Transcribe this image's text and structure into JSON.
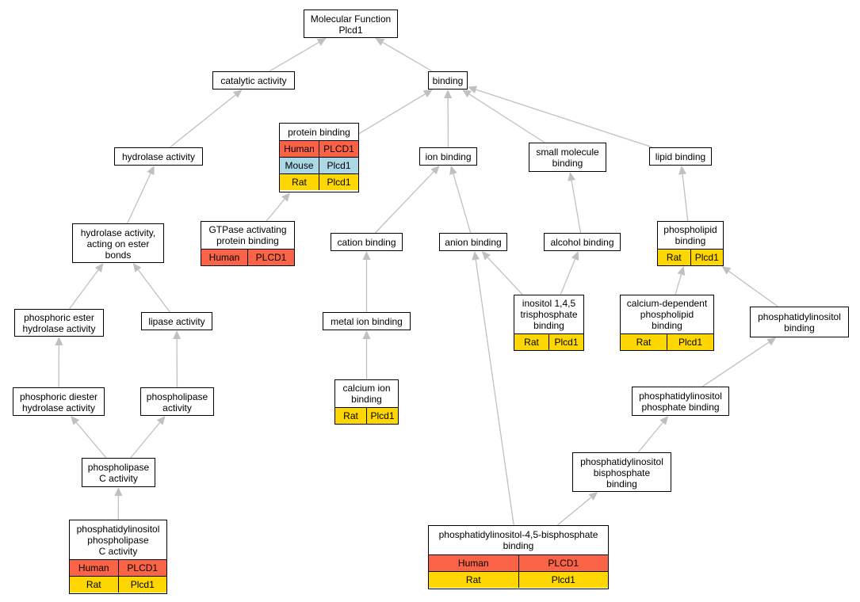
{
  "colors": {
    "edge": "#c0c0c0",
    "Human": "#fb6347",
    "Mouse": "#acd8e6",
    "Rat": "#fed700"
  },
  "nodes": {
    "mf": {
      "label": "Molecular Function\nPlcd1",
      "rows": []
    },
    "cat": {
      "label": "catalytic activity",
      "rows": []
    },
    "bind": {
      "label": "binding",
      "rows": []
    },
    "prot": {
      "label": "protein binding",
      "rows": [
        {
          "species": "Human",
          "gene": "PLCD1"
        },
        {
          "species": "Mouse",
          "gene": "Plcd1"
        },
        {
          "species": "Rat",
          "gene": "Plcd1"
        }
      ]
    },
    "hyd": {
      "label": "hydrolase activity",
      "rows": []
    },
    "ion": {
      "label": "ion binding",
      "rows": []
    },
    "small": {
      "label": "small molecule\nbinding",
      "rows": []
    },
    "lipid": {
      "label": "lipid binding",
      "rows": []
    },
    "gtp": {
      "label": "GTPase activating\nprotein binding",
      "rows": [
        {
          "species": "Human",
          "gene": "PLCD1"
        }
      ]
    },
    "hydest": {
      "label": "hydrolase activity,\nacting on ester\nbonds",
      "rows": []
    },
    "cation": {
      "label": "cation binding",
      "rows": []
    },
    "anion": {
      "label": "anion binding",
      "rows": []
    },
    "alcohol": {
      "label": "alcohol binding",
      "rows": []
    },
    "plipid": {
      "label": "phospholipid\nbinding",
      "rows": [
        {
          "species": "Rat",
          "gene": "Plcd1"
        }
      ]
    },
    "phest": {
      "label": "phosphoric ester\nhydrolase activity",
      "rows": []
    },
    "lipase": {
      "label": "lipase activity",
      "rows": []
    },
    "metal": {
      "label": "metal ion binding",
      "rows": []
    },
    "ip3": {
      "label": "inositol 1,4,5\ntrisphosphate\nbinding",
      "rows": [
        {
          "species": "Rat",
          "gene": "Plcd1"
        }
      ]
    },
    "cadep": {
      "label": "calcium-dependent\nphospholipid\nbinding",
      "rows": [
        {
          "species": "Rat",
          "gene": "Plcd1"
        }
      ]
    },
    "pi": {
      "label": "phosphatidylinositol\nbinding",
      "rows": []
    },
    "phdiest": {
      "label": "phosphoric diester\nhydrolase activity",
      "rows": []
    },
    "plipase": {
      "label": "phospholipase\nactivity",
      "rows": []
    },
    "caion": {
      "label": "calcium ion\nbinding",
      "rows": [
        {
          "species": "Rat",
          "gene": "Plcd1"
        }
      ]
    },
    "pip": {
      "label": "phosphatidylinositol\nphosphate binding",
      "rows": []
    },
    "plc": {
      "label": "phospholipase\nC activity",
      "rows": []
    },
    "pibis": {
      "label": "phosphatidylinositol\nbisphosphate\nbinding",
      "rows": []
    },
    "piplc": {
      "label": "phosphatidylinositol\nphospholipase\nC activity",
      "rows": [
        {
          "species": "Human",
          "gene": "PLCD1"
        },
        {
          "species": "Rat",
          "gene": "Plcd1"
        }
      ]
    },
    "pip2": {
      "label": "phosphatidylinositol-4,5-bisphosphate\nbinding",
      "rows": [
        {
          "species": "Human",
          "gene": "PLCD1"
        },
        {
          "species": "Rat",
          "gene": "Plcd1"
        }
      ]
    }
  },
  "edges": [
    {
      "from": "cat",
      "to": "mf"
    },
    {
      "from": "bind",
      "to": "mf"
    },
    {
      "from": "hyd",
      "to": "cat"
    },
    {
      "from": "prot",
      "to": "bind"
    },
    {
      "from": "ion",
      "to": "bind"
    },
    {
      "from": "small",
      "to": "bind"
    },
    {
      "from": "lipid",
      "to": "bind"
    },
    {
      "from": "gtp",
      "to": "prot"
    },
    {
      "from": "hydest",
      "to": "hyd"
    },
    {
      "from": "cation",
      "to": "ion"
    },
    {
      "from": "anion",
      "to": "ion"
    },
    {
      "from": "alcohol",
      "to": "small"
    },
    {
      "from": "plipid",
      "to": "lipid"
    },
    {
      "from": "phest",
      "to": "hydest"
    },
    {
      "from": "lipase",
      "to": "hydest"
    },
    {
      "from": "metal",
      "to": "cation"
    },
    {
      "from": "ip3",
      "to": "anion"
    },
    {
      "from": "ip3",
      "to": "alcohol"
    },
    {
      "from": "cadep",
      "to": "plipid"
    },
    {
      "from": "pi",
      "to": "plipid"
    },
    {
      "from": "phdiest",
      "to": "phest"
    },
    {
      "from": "plipase",
      "to": "lipase"
    },
    {
      "from": "caion",
      "to": "metal"
    },
    {
      "from": "pip",
      "to": "pi"
    },
    {
      "from": "plc",
      "to": "phdiest"
    },
    {
      "from": "plc",
      "to": "plipase"
    },
    {
      "from": "pibis",
      "to": "pip"
    },
    {
      "from": "piplc",
      "to": "plc"
    },
    {
      "from": "pip2",
      "to": "pibis"
    },
    {
      "from": "pip2",
      "to": "anion"
    }
  ]
}
